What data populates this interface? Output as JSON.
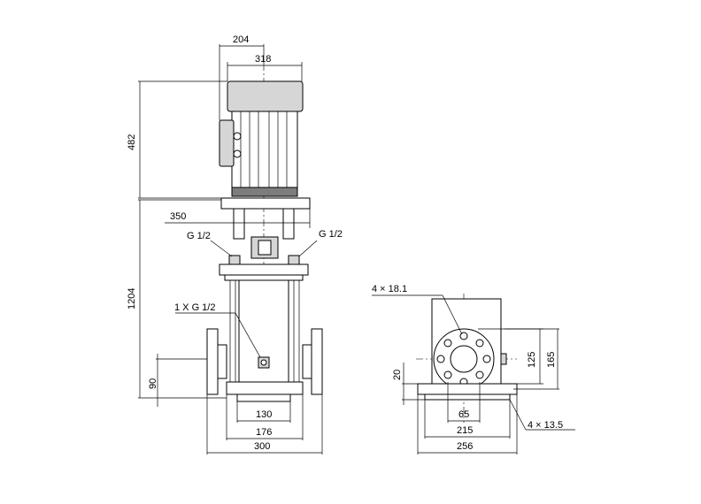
{
  "dimensions": {
    "front_top_1": "204",
    "front_top_2": "318",
    "motor_height": "482",
    "pump_height": "1204",
    "inlet_height": "90",
    "base_width_1": "130",
    "base_width_2": "176",
    "base_width_3": "300",
    "flange_width": "350",
    "side_hole_spacing": "65",
    "side_bolt_circle": "125",
    "side_flange_dia": "165",
    "side_base_thk": "20",
    "side_base_1": "215",
    "side_base_2": "256"
  },
  "labels": {
    "g_left": "G 1/2",
    "g_right": "G 1/2",
    "drain": "1 X G 1/2",
    "holes_top": "4  ×  18.1",
    "holes_bottom": "4  ×  13.5"
  }
}
